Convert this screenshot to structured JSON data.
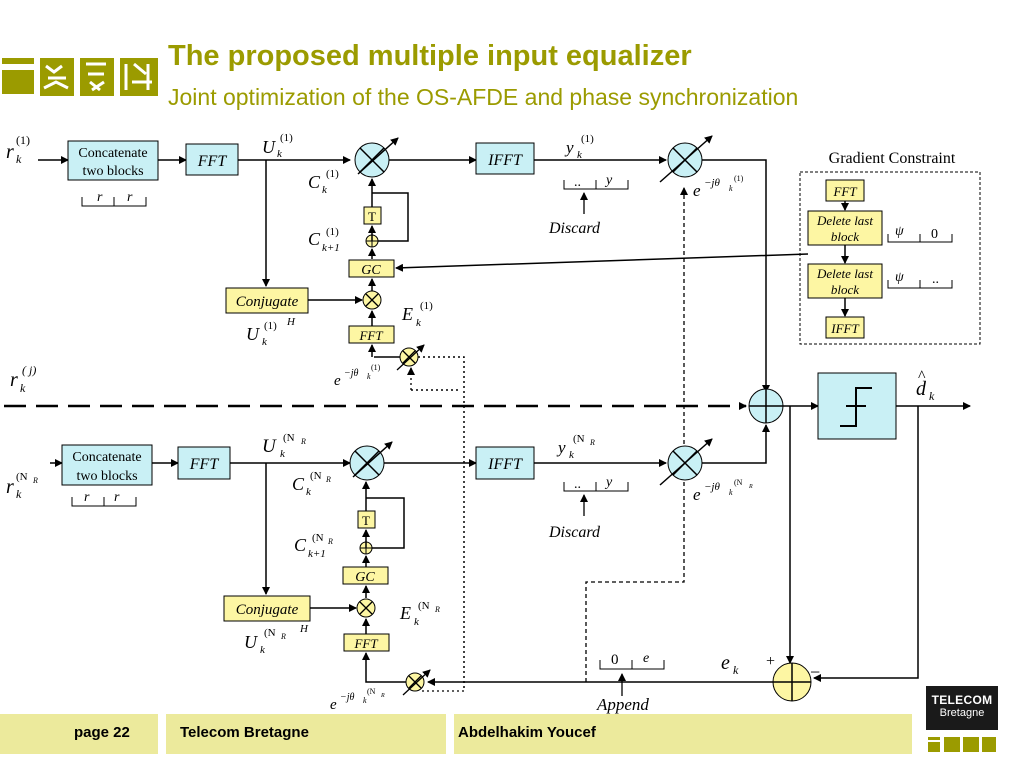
{
  "header": {
    "title": "The proposed multiple input equalizer",
    "subtitle": "Joint optimization of the OS-AFDE and phase synchronization"
  },
  "branch1": {
    "input": "r",
    "input_sub": "k",
    "input_sup": "(1)",
    "concat_line1": "Concatenate",
    "concat_line2": "two blocks",
    "buf_r1": "r",
    "buf_r2": "r",
    "fft": "FFT",
    "u_label": "U",
    "u_sub": "k",
    "u_sup": "(1)",
    "c_label": "C",
    "c_sub": "k",
    "c_sup": "(1)",
    "delay": "T",
    "cnext_label": "C",
    "cnext_sub": "k+1",
    "cnext_sup": "(1)",
    "gc": "GC",
    "conj": "Conjugate",
    "uh_label": "U",
    "uh_sub": "k",
    "uh_sup": "(1)",
    "uh_sup2": "H",
    "e_label": "E",
    "e_sub": "k",
    "e_sup": "(1)",
    "fft2": "FFT",
    "phase_exp": "−jθ",
    "phase_sub": "k",
    "phase_sup": "(1)",
    "ifft": "IFFT",
    "y_label": "y",
    "y_sub": "k",
    "y_sup": "(1)",
    "buf_dots": "..",
    "buf_y": "y",
    "discard": "Discard",
    "phase2_exp": "−jθ",
    "phase2_sub": "k",
    "phase2_sup": "(1)"
  },
  "middle": {
    "input": "r",
    "input_sub": "k",
    "input_sup": "( j)"
  },
  "branch2": {
    "input": "r",
    "input_sub": "k",
    "input_sup": "(N",
    "input_supsub": "R",
    "concat_line1": "Concatenate",
    "concat_line2": "two blocks",
    "buf_r1": "r",
    "buf_r2": "r",
    "fft": "FFT",
    "u_label": "U",
    "u_sub": "k",
    "u_sup": "(N",
    "u_supsub": "R",
    "c_label": "C",
    "c_sub": "k",
    "c_sup": "(N",
    "c_supsub": "R",
    "delay": "T",
    "cnext_label": "C",
    "cnext_sub": "k+1",
    "cnext_sup": "(N",
    "cnext_supsub": "R",
    "gc": "GC",
    "conj": "Conjugate",
    "uh_label": "U",
    "uh_sub": "k",
    "uh_sup": "(N",
    "uh_supsub": "R",
    "uh_sup2": "H",
    "e_label": "E",
    "e_sub": "k",
    "e_sup": "(N",
    "e_supsub": "R",
    "fft2": "FFT",
    "phase_exp": "−jθ",
    "phase_sub": "k",
    "phase_sup": "(N",
    "phase_supsub": "R",
    "ifft": "IFFT",
    "y_label": "y",
    "y_sub": "k",
    "y_sup": "(N",
    "y_supsub": "R",
    "buf_dots": "..",
    "buf_y": "y",
    "discard": "Discard",
    "phase2_exp": "−jθ",
    "phase2_sub": "k",
    "phase2_sup": "(N",
    "phase2_supsub": "R"
  },
  "gradient_constraint": {
    "title": "Gradient Constraint",
    "fft": "FFT",
    "del1_line1": "Delete last",
    "del1_line2": "block",
    "buf1_a": "ψ",
    "buf1_b": "0",
    "del2_line1": "Delete last",
    "del2_line2": "block",
    "buf2_a": "ψ",
    "buf2_b": "..",
    "ifft": "IFFT"
  },
  "output": {
    "d_label": "d",
    "d_sub": "k",
    "d_hat": "^",
    "e_label": "e",
    "e_sub": "k",
    "plus": "+",
    "minus": "−",
    "append_buf_a": "0",
    "append_buf_b": "e",
    "append": "Append"
  },
  "footer": {
    "page": "page 22",
    "org": "Telecom Bretagne",
    "author": "Abdelhakim Youcef",
    "badge_line1": "TELECOM",
    "badge_line2": "Bretagne"
  },
  "colors": {
    "title": "#9b9b00",
    "box_cyan": "#c9f0f5",
    "box_yellow": "#fdf6a3",
    "footer_bar": "#ecea9c"
  }
}
